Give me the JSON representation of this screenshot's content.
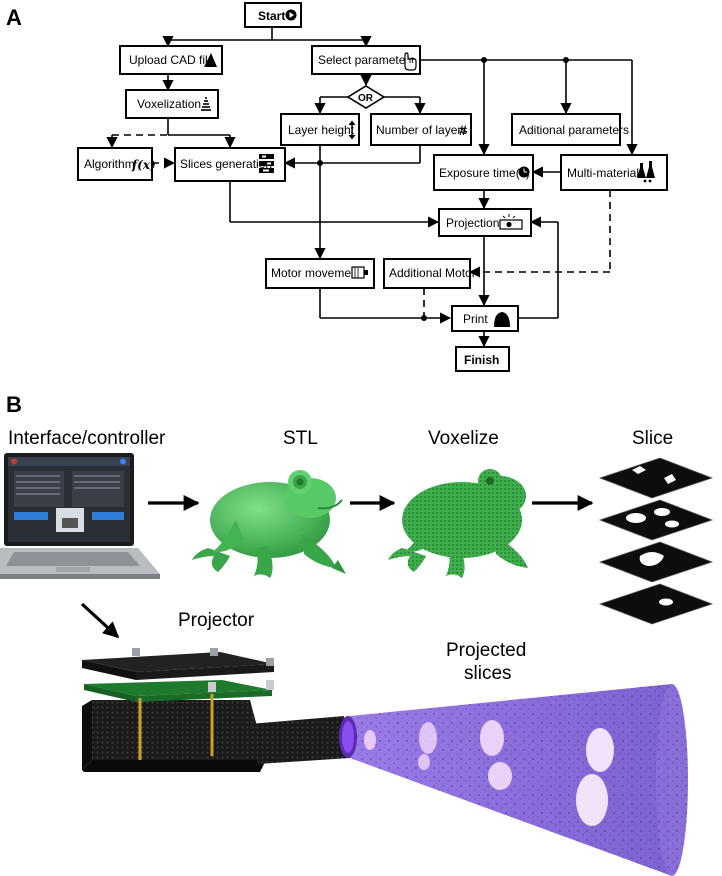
{
  "panel_a": "A",
  "panel_b": "B",
  "flowchart": {
    "start": "Start",
    "upload": "Upload CAD file",
    "select": "Select parameters",
    "voxelization": "Voxelization",
    "or": "OR",
    "layer_height": "Layer height",
    "num_layers": "Number of layers",
    "additional_params": "Aditional parameters",
    "algorithm": "Algorithm",
    "algorithm_fx": "f(x)",
    "slices": "Slices generation",
    "exposure": "Exposure time(s)",
    "multimaterial": "Multi-material",
    "projection": "Projection",
    "motor": "Motor movement",
    "additional_motor": "Additional Motor",
    "print": "Print",
    "finish": "Finish",
    "hash": "#"
  },
  "pipeline": {
    "interface": "Interface/controller",
    "stl": "STL",
    "voxelize": "Voxelize",
    "slice": "Slice",
    "projector": "Projector",
    "projected_1": "Projected",
    "projected_2": "slices"
  },
  "colors": {
    "frog_green": "#4fc860",
    "uv_purple": "#8c6bd8",
    "pcb_green": "#1f7a2e"
  }
}
